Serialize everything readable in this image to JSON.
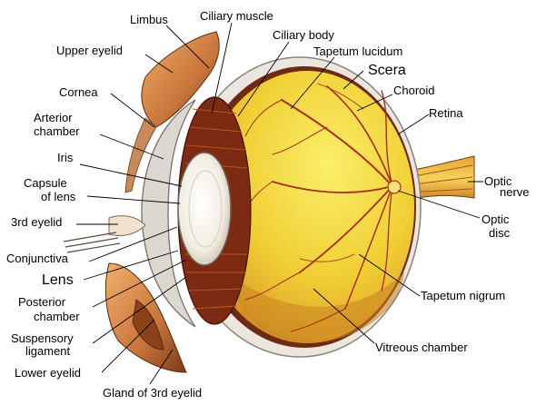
{
  "labels": {
    "limbus": "Limbus",
    "ciliary_muscle": "Ciliary muscle",
    "ciliary_body": "Ciliary body",
    "upper_eyelid": "Upper eyelid",
    "tapetum_lucidum": "Tapetum lucidum",
    "scera": "Scera",
    "cornea": "Cornea",
    "choroid": "Choroid",
    "arterior_chamber_1": "Arterior",
    "arterior_chamber_2": "chamber",
    "retina": "Retina",
    "iris": "Iris",
    "capsule_of_lens_1": "Capsule",
    "capsule_of_lens_2": "of lens",
    "optic_nerve_1": "Optic",
    "optic_nerve_2": "nerve",
    "third_eyelid": "3rd eyelid",
    "optic_disc_1": "Optic",
    "optic_disc_2": "disc",
    "conjunctiva": "Conjunctiva",
    "lens": "Lens",
    "posterior_chamber_1": "Posterior",
    "posterior_chamber_2": "chamber",
    "tapetum_nigrum": "Tapetum nigrum",
    "suspensory_ligament_1": "Suspensory",
    "suspensory_ligament_2": "ligament",
    "vitreous_chamber": "Vitreous chamber",
    "lower_eyelid": "Lower eyelid",
    "gland_of_3rd_eyelid": "Gland of 3rd eyelid"
  },
  "colors": {
    "fundus": "#f2d63a",
    "fundus_edge": "#c9861c",
    "sclera": "#e9e4dc",
    "vessel": "#b3331a",
    "ciliary": "#8a2e14",
    "eyelid": "#d58a4a",
    "lens": "#f4efe4"
  }
}
